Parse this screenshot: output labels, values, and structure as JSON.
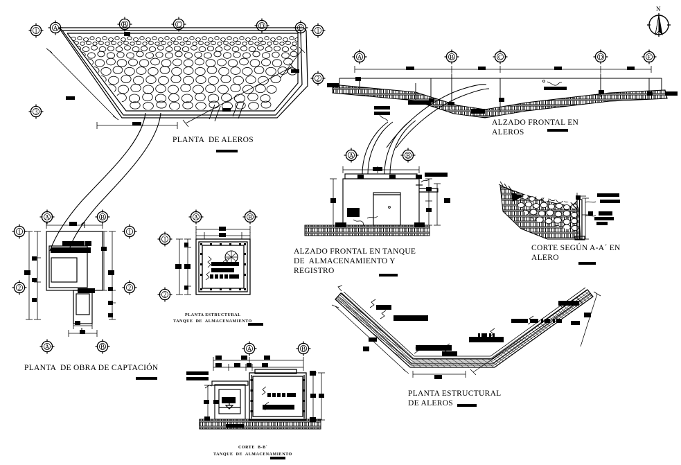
{
  "sheet": {
    "title": "Planta de aleros y obra de captacion - detalle constructivo",
    "line_color": "#000000",
    "background": "#ffffff"
  },
  "north_arrow": {
    "label": "N",
    "name": "north-arrow"
  },
  "views": [
    {
      "id": "planta-aleros",
      "title_lines": [
        "PLANTA  DE ALEROS"
      ],
      "title_style": "large",
      "grid_top": [
        "A",
        "B",
        "C",
        "D",
        "E"
      ],
      "grid_left": [
        "1",
        "3"
      ],
      "grid_right": [
        "1",
        "2"
      ],
      "hatch": "rubble-stone",
      "dim_count": 5
    },
    {
      "id": "alzado-frontal-aleros",
      "title_lines": [
        "ALZADO FRONTAL EN",
        "ALEROS"
      ],
      "title_style": "large",
      "grid_top": [
        "A",
        "B",
        "C",
        "D",
        "E"
      ],
      "hatch": "earth-crosshatch",
      "dim_count": 8
    },
    {
      "id": "alzado-frontal-tanque",
      "title_lines": [
        "ALZADO FRONTAL EN TANQUE",
        "DE  ALMACENAMIENTO Y",
        "REGISTRO"
      ],
      "title_style": "large",
      "grid_top": [
        "A",
        "B"
      ],
      "hatch": "earth-crosshatch",
      "dim_count": 10
    },
    {
      "id": "corte-aa-alero",
      "title_lines": [
        "CORTE SEGÚN A-A´ EN",
        "ALERO"
      ],
      "title_style": "large",
      "hatch": "rubble-stone",
      "dim_count": 5
    },
    {
      "id": "planta-obra-captacion",
      "title_lines": [
        "PLANTA  DE OBRA DE CAPTACIÓN"
      ],
      "title_style": "large",
      "grid_top": [
        "A",
        "B"
      ],
      "grid_bottom": [
        "A",
        "B"
      ],
      "grid_left": [
        "1",
        "2"
      ],
      "grid_right": [
        "1",
        "2"
      ],
      "dim_count": 14
    },
    {
      "id": "planta-estructural-tanque",
      "title_lines": [
        "PLANTA ESTRUCTURAL",
        "TANQUE  DE  ALMACENAMIENTO"
      ],
      "title_style": "small",
      "grid_top": [
        "A",
        "B"
      ],
      "grid_left": [
        "1",
        "2"
      ],
      "dim_count": 7
    },
    {
      "id": "corte-bb-tanque",
      "title_lines": [
        "CORTE  B-B´",
        "TANQUE  DE  ALMACENAMIENTO"
      ],
      "title_style": "small",
      "grid_top": [
        "A",
        "B"
      ],
      "hatch": "earth-crosshatch",
      "dim_count": 12
    },
    {
      "id": "planta-estructural-aleros",
      "title_lines": [
        "PLANTA ESTRUCTURAL",
        "DE ALEROS"
      ],
      "title_style": "large",
      "hatch": "reinforcement-bars",
      "dim_count": 9
    }
  ],
  "labels": {
    "planta_aleros": "PLANTA  DE ALEROS",
    "alzado_aleros_l1": "ALZADO FRONTAL EN",
    "alzado_aleros_l2": "ALEROS",
    "alzado_tanque_l1": "ALZADO FRONTAL EN TANQUE",
    "alzado_tanque_l2": "DE  ALMACENAMIENTO Y",
    "alzado_tanque_l3": "REGISTRO",
    "corte_aa_l1": "CORTE SEGÚN A-A´ EN",
    "corte_aa_l2": "ALERO",
    "planta_captacion": "PLANTA  DE OBRA DE CAPTACIÓN",
    "planta_estr_tanque_l1": "PLANTA ESTRUCTURAL",
    "planta_estr_tanque_l2": "TANQUE  DE  ALMACENAMIENTO",
    "corte_bb_l1": "CORTE  B-B´",
    "corte_bb_l2": "TANQUE  DE  ALMACENAMIENTO",
    "planta_estr_aleros_l1": "PLANTA ESTRUCTURAL",
    "planta_estr_aleros_l2": "DE ALEROS"
  },
  "grid_bubbles": {
    "planta_aleros_top": [
      "A",
      "B",
      "C",
      "D",
      "E"
    ],
    "planta_aleros_left": [
      "1",
      "3"
    ],
    "planta_aleros_right": [
      "1",
      "2"
    ],
    "alzado_aleros_top": [
      "A",
      "B",
      "C",
      "D",
      "E"
    ],
    "alzado_tanque_top": [
      "A",
      "B"
    ],
    "captacion_top": [
      "A",
      "B"
    ],
    "captacion_bottom": [
      "A",
      "B"
    ],
    "captacion_left": [
      "1",
      "2"
    ],
    "captacion_right": [
      "1",
      "2"
    ],
    "estr_tanque_top": [
      "A",
      "B"
    ],
    "estr_tanque_left": [
      "1",
      "2"
    ],
    "corte_bb_top": [
      "A",
      "B"
    ]
  }
}
